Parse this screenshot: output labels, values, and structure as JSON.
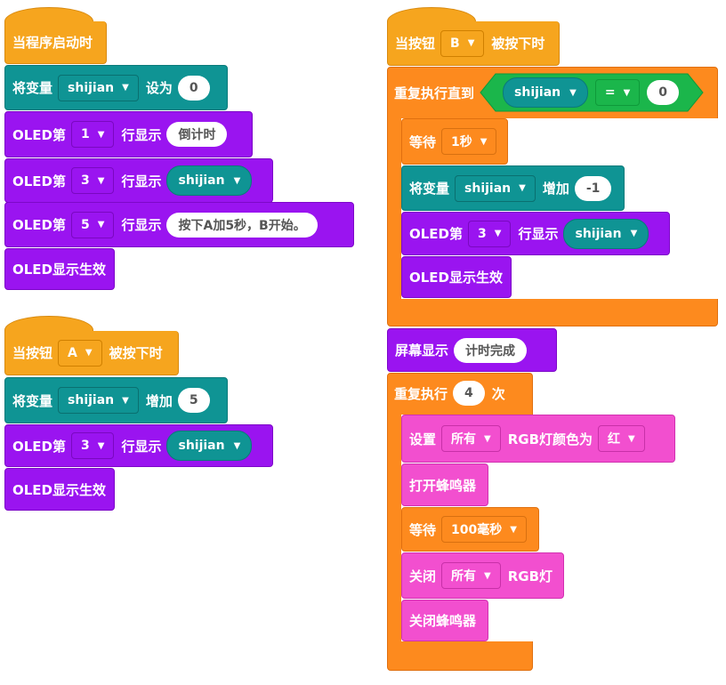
{
  "scripts": {
    "start": {
      "hat_label": "当程序启动时",
      "set_var": {
        "prefix": "将变量",
        "var": "shijian",
        "middle": "设为",
        "value": "0"
      },
      "oled_line1": {
        "prefix": "OLED第",
        "line": "1",
        "middle": "行显示",
        "text": "倒计时"
      },
      "oled_line3": {
        "prefix": "OLED第",
        "line": "3",
        "middle": "行显示",
        "var": "shijian"
      },
      "oled_line5": {
        "prefix": "OLED第",
        "line": "5",
        "middle": "行显示",
        "text": "按下A加5秒，B开始。"
      },
      "oled_apply": "OLED显示生效"
    },
    "button_a": {
      "hat_prefix": "当按钮",
      "button": "A",
      "hat_suffix": "被按下时",
      "change_var": {
        "prefix": "将变量",
        "var": "shijian",
        "middle": "增加",
        "value": "5"
      },
      "oled_line3": {
        "prefix": "OLED第",
        "line": "3",
        "middle": "行显示",
        "var": "shijian"
      },
      "oled_apply": "OLED显示生效"
    },
    "button_b": {
      "hat_prefix": "当按钮",
      "button": "B",
      "hat_suffix": "被按下时",
      "repeat_until": {
        "label": "重复执行直到",
        "var": "shijian",
        "op": "=",
        "value": "0"
      },
      "wait1": {
        "label": "等待",
        "value": "1秒"
      },
      "change_var": {
        "prefix": "将变量",
        "var": "shijian",
        "middle": "增加",
        "value": "-1"
      },
      "oled_line3": {
        "prefix": "OLED第",
        "line": "3",
        "middle": "行显示",
        "var": "shijian"
      },
      "oled_apply": "OLED显示生效",
      "screen_show": {
        "label": "屏幕显示",
        "text": "计时完成"
      },
      "repeat": {
        "prefix": "重复执行",
        "count": "4",
        "suffix": "次"
      },
      "set_rgb": {
        "prefix": "设置",
        "which": "所有",
        "middle": "RGB灯颜色为",
        "color": "红"
      },
      "buzzer_on": "打开蜂鸣器",
      "wait2": {
        "label": "等待",
        "value": "100毫秒"
      },
      "rgb_off": {
        "prefix": "关闭",
        "which": "所有",
        "suffix": "RGB灯"
      },
      "buzzer_off": "关闭蜂鸣器"
    }
  },
  "icons": {
    "dropdown": "▼"
  },
  "colors": {
    "event": "#f6a51e",
    "variable": "#0f9494",
    "oled": "#9a14f0",
    "control": "#fd8a1e",
    "rgb": "#f24fcf",
    "compare": "#1bb64b"
  }
}
